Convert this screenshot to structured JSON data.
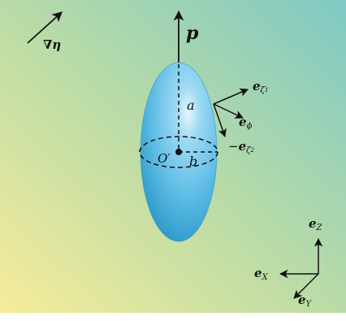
{
  "labels": {
    "gradient": "∇η",
    "orientation": "p",
    "major_axis": "a",
    "minor_axis": "b",
    "center": "O′",
    "e_zeta1_base": "e",
    "e_zeta1_sub": "ζ",
    "e_zeta1_subsub": "1",
    "e_phi_base": "e",
    "e_phi_sub": "ϕ",
    "e_zeta2_prefix": "−",
    "e_zeta2_base": "e",
    "e_zeta2_sub": "ζ",
    "e_zeta2_subsub": "2",
    "e_Z_base": "e",
    "e_Z_sub": "Z",
    "e_X_base": "e",
    "e_X_sub": "X",
    "e_Y_base": "e",
    "e_Y_sub": "Y"
  },
  "colors": {
    "background_top_right": "#7fc9c4",
    "background_bottom_left": "#f6ec9a",
    "ellipsoid_fill": "#6cc4e8",
    "ellipsoid_shadow": "#1f8fc2",
    "line_color": "#111111"
  }
}
